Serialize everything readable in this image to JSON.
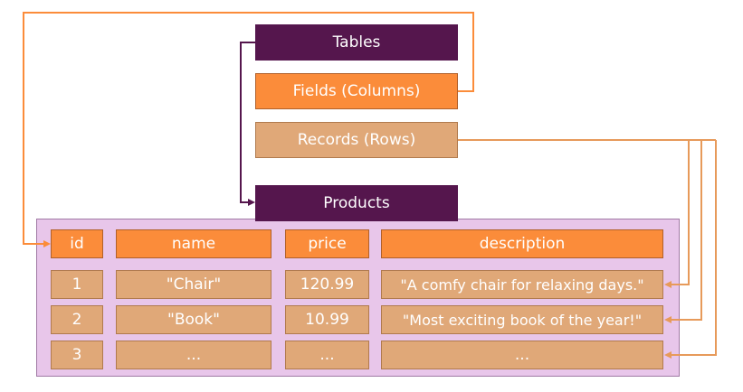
{
  "legend": {
    "tables": "Tables",
    "fields": "Fields (Columns)",
    "records": "Records (Rows)"
  },
  "table": {
    "name": "Products",
    "columns": [
      "id",
      "name",
      "price",
      "description"
    ],
    "rows": [
      [
        "1",
        "\"Chair\"",
        "120.99",
        "\"A comfy chair for relaxing days.\""
      ],
      [
        "2",
        "\"Book\"",
        "10.99",
        "\"Most exciting book of the year!\""
      ],
      [
        "3",
        "...",
        "...",
        "..."
      ]
    ]
  },
  "colors": {
    "purple": "#55164d",
    "orange": "#fb8c3a",
    "tan": "#e0a878",
    "panel": "#e8c6ea"
  }
}
